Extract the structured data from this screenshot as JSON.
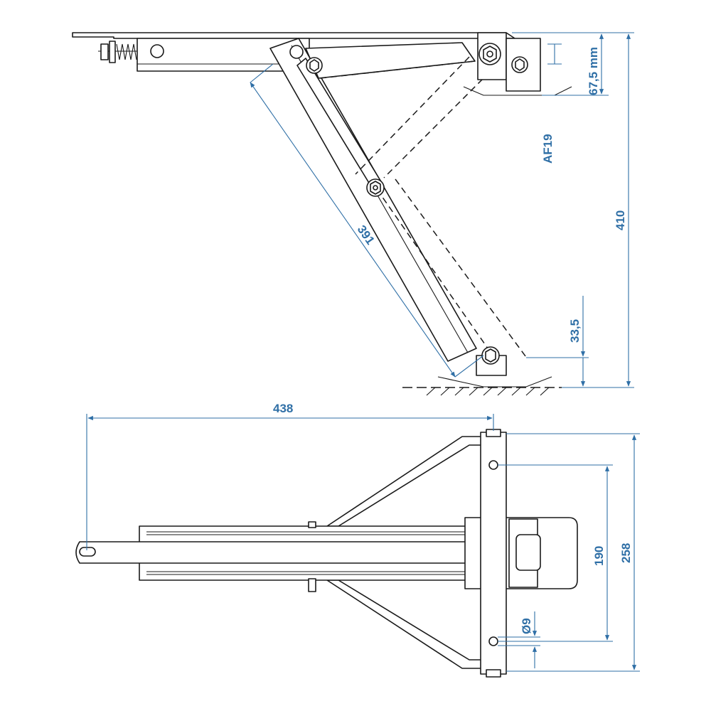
{
  "colors": {
    "dimension": "#2f6fa6",
    "outline": "#1a1a1a",
    "background": "#ffffff"
  },
  "side_view": {
    "dimensions": {
      "bracket_height": "67,5 mm",
      "wrench_size": "AF19",
      "total_height": "410",
      "leg_length": "391",
      "foot_height": "33,5"
    }
  },
  "top_view": {
    "dimensions": {
      "total_length": "438",
      "hole_spacing": "190",
      "plate_width": "258",
      "hole_diameter": "Ø9"
    }
  }
}
